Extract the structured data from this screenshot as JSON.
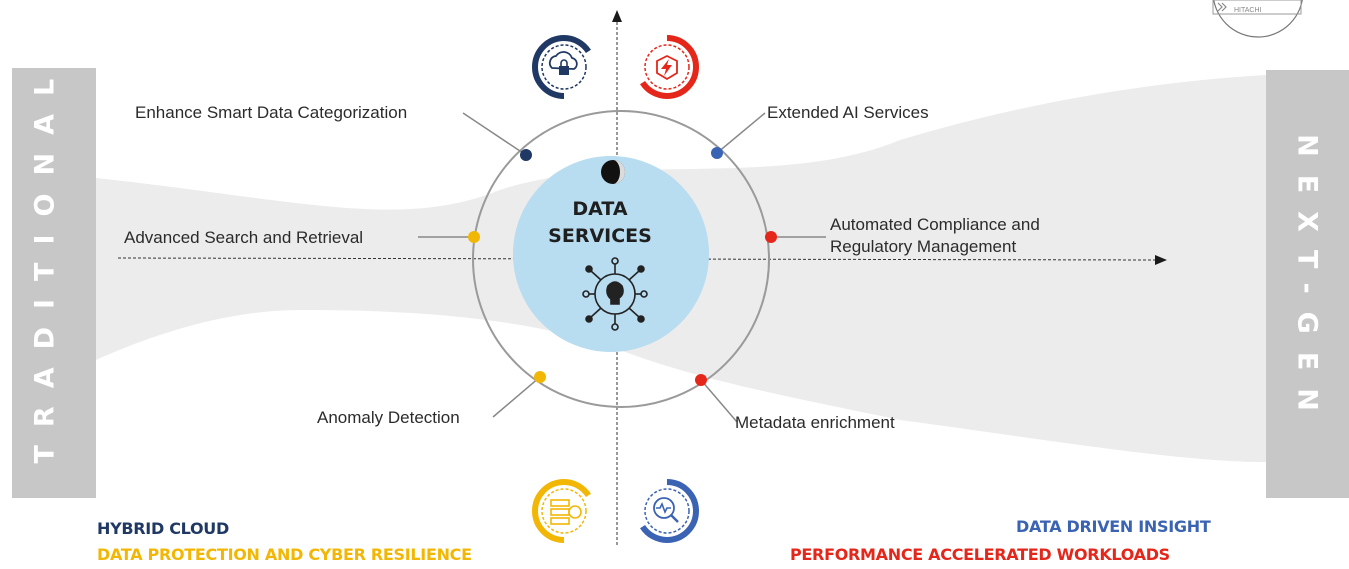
{
  "diagram": {
    "center": {
      "title_line1": "DATA",
      "title_line2": "SERVICES"
    },
    "left_side": "TRADITIONAL",
    "right_side": "NEXT-GEN",
    "nodes": [
      {
        "label": "Enhance Smart Data Categorization",
        "color": "#1f3864"
      },
      {
        "label": "Extended AI Services",
        "color": "#3b63b3"
      },
      {
        "label": "Advanced Search and Retrieval",
        "color": "#f2b705"
      },
      {
        "label_line1": "Automated Compliance and",
        "label_line2": "Regulatory Management",
        "color": "#e5261a"
      },
      {
        "label": "Anomaly Detection",
        "color": "#f2b705"
      },
      {
        "label": "Metadata enrichment",
        "color": "#e5261a"
      }
    ],
    "quadrant_icons": [
      "cloud-lock-icon",
      "lightning-shield-icon",
      "server-shield-icon",
      "analytics-search-icon"
    ],
    "legend": {
      "hybrid_cloud": "HYBRID CLOUD",
      "data_protection": "DATA PROTECTION AND CYBER RESILIENCE",
      "data_driven": "DATA DRIVEN INSIGHT",
      "performance": "PERFORMANCE ACCELERATED WORKLOADS"
    },
    "logo_text": "HITACHI",
    "colors": {
      "navy": "#1f3864",
      "blue": "#3b63b3",
      "yellow": "#f2b705",
      "red": "#e5261a",
      "gray_panel": "#c7c7c7",
      "band": "#ececec",
      "center_circle": "#b8dcf0"
    }
  }
}
